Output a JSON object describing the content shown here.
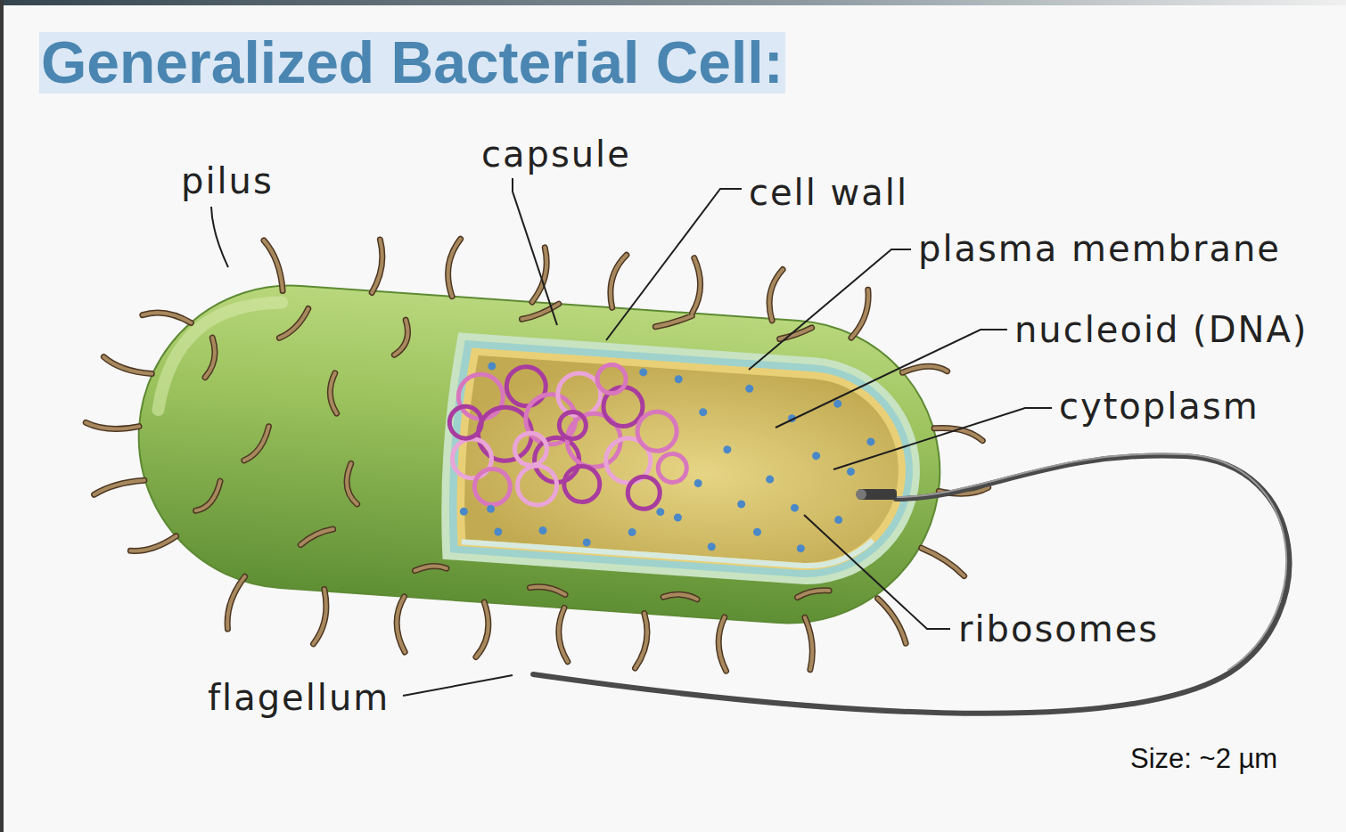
{
  "diagram": {
    "title": "Generalized Bacterial Cell:",
    "labels": [
      "pilus",
      "capsule",
      "cell wall",
      "plasma membrane",
      "nucleoid (DNA)",
      "cytoplasm",
      "ribosomes",
      "flagellum",
      "Size: ~2 µm"
    ]
  }
}
